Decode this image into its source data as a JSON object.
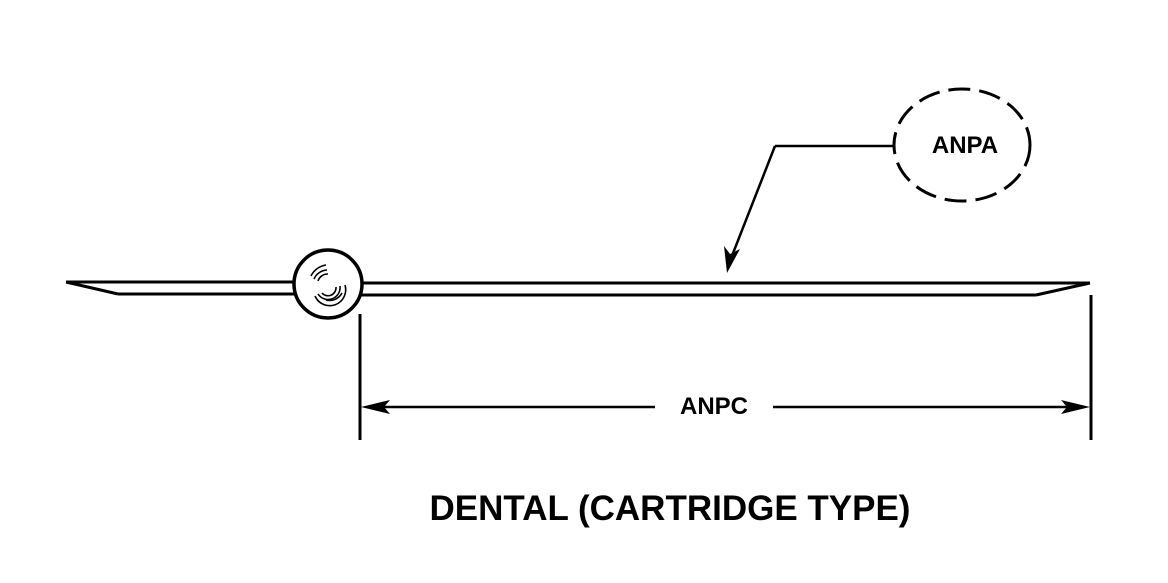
{
  "labels": {
    "callout": "ANPA",
    "dimension": "ANPC",
    "caption": "DENTAL (CARTRIDGE TYPE)"
  },
  "colors": {
    "ink": "#000000",
    "background": "#ffffff"
  }
}
